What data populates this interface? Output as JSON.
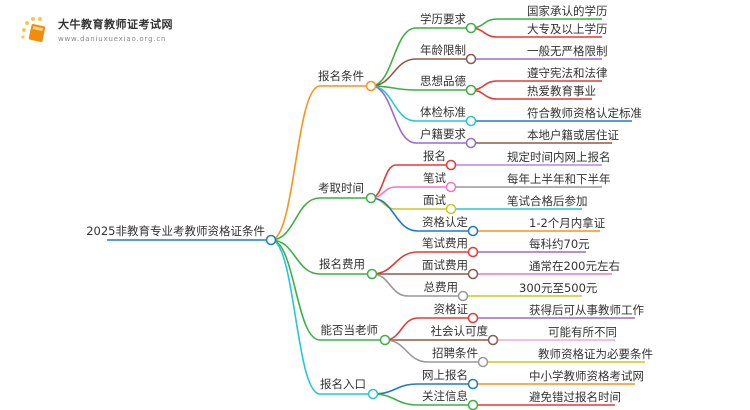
{
  "logo": {
    "title": "大牛教育教师证考试网",
    "url": "www.daniuxuexiao.org.cn"
  },
  "root": "2025非教育专业考教师资格证条件",
  "branches": [
    {
      "label": "报名条件",
      "color": "#f7931e",
      "children": [
        {
          "label": "学历要求",
          "color": "#3cb043",
          "leaves": [
            {
              "label": "国家承认的学历",
              "color": "#3cb043"
            },
            {
              "label": "大专及以上学历",
              "color": "#e53935"
            }
          ]
        },
        {
          "label": "年龄限制",
          "color": "#8d5a4a",
          "leaves": [
            {
              "label": "一般无严格限制",
              "color": "#9c6ad0"
            }
          ]
        },
        {
          "label": "思想品德",
          "color": "#3cb043",
          "leaves": [
            {
              "label": "遵守宪法和法律",
              "color": "#e53935"
            },
            {
              "label": "热爱教育事业",
              "color": "#e53935"
            }
          ]
        },
        {
          "label": "体检标准",
          "color": "#26c6da",
          "leaves": [
            {
              "label": "符合教师资格认定标准",
              "color": "#1e7bc8"
            }
          ]
        },
        {
          "label": "户籍要求",
          "color": "#9c6ad0",
          "leaves": [
            {
              "label": "本地户籍或居住证",
              "color": "#8d5a4a"
            }
          ]
        }
      ]
    },
    {
      "label": "考取时间",
      "color": "#3cb043",
      "children": [
        {
          "label": "报名",
          "color": "#e53935",
          "leaves": [
            {
              "label": "规定时间内网上报名",
              "color": "#b388e0"
            }
          ]
        },
        {
          "label": "笔试",
          "color": "#ee77c4",
          "leaves": [
            {
              "label": "每年上半年和下半年",
              "color": "#999999"
            }
          ]
        },
        {
          "label": "面试",
          "color": "#c8c820",
          "leaves": [
            {
              "label": "笔试合格后参加",
              "color": "#26c6da"
            }
          ]
        },
        {
          "label": "资格认定",
          "color": "#1e7bc8",
          "leaves": [
            {
              "label": "1-2个月内拿证",
              "color": "#f7931e"
            }
          ]
        }
      ]
    },
    {
      "label": "报名费用",
      "color": "#3cb043",
      "children": [
        {
          "label": "笔试费用",
          "color": "#e53935",
          "leaves": [
            {
              "label": "每科约70元",
              "color": "#9c6ad0"
            }
          ]
        },
        {
          "label": "面试费用",
          "color": "#8d5a4a",
          "leaves": [
            {
              "label": "通常在200元左右",
              "color": "#ee77c4"
            }
          ]
        },
        {
          "label": "总费用",
          "color": "#999999",
          "leaves": [
            {
              "label": "300元至500元",
              "color": "#c8c820"
            }
          ]
        }
      ]
    },
    {
      "label": "能否当老师",
      "color": "#3cb043",
      "children": [
        {
          "label": "资格证",
          "color": "#e53935",
          "leaves": [
            {
              "label": "获得后可从事教师工作",
              "color": "#9c6ad0"
            }
          ]
        },
        {
          "label": "社会认可度",
          "color": "#8d5a4a",
          "leaves": [
            {
              "label": "可能有所不同",
              "color": "#f4a6d7"
            }
          ]
        },
        {
          "label": "招聘条件",
          "color": "#999999",
          "leaves": [
            {
              "label": "教师资格证为必要条件",
              "color": "#c8c820"
            }
          ]
        }
      ]
    },
    {
      "label": "报名入口",
      "color": "#26c6da",
      "children": [
        {
          "label": "网上报名",
          "color": "#1e7bc8",
          "leaves": [
            {
              "label": "中小学教师资格考试网",
              "color": "#f7931e"
            }
          ]
        },
        {
          "label": "关注信息",
          "color": "#3cb043",
          "leaves": [
            {
              "label": "避免错过报名时间",
              "color": "#e53935"
            }
          ]
        }
      ]
    }
  ]
}
